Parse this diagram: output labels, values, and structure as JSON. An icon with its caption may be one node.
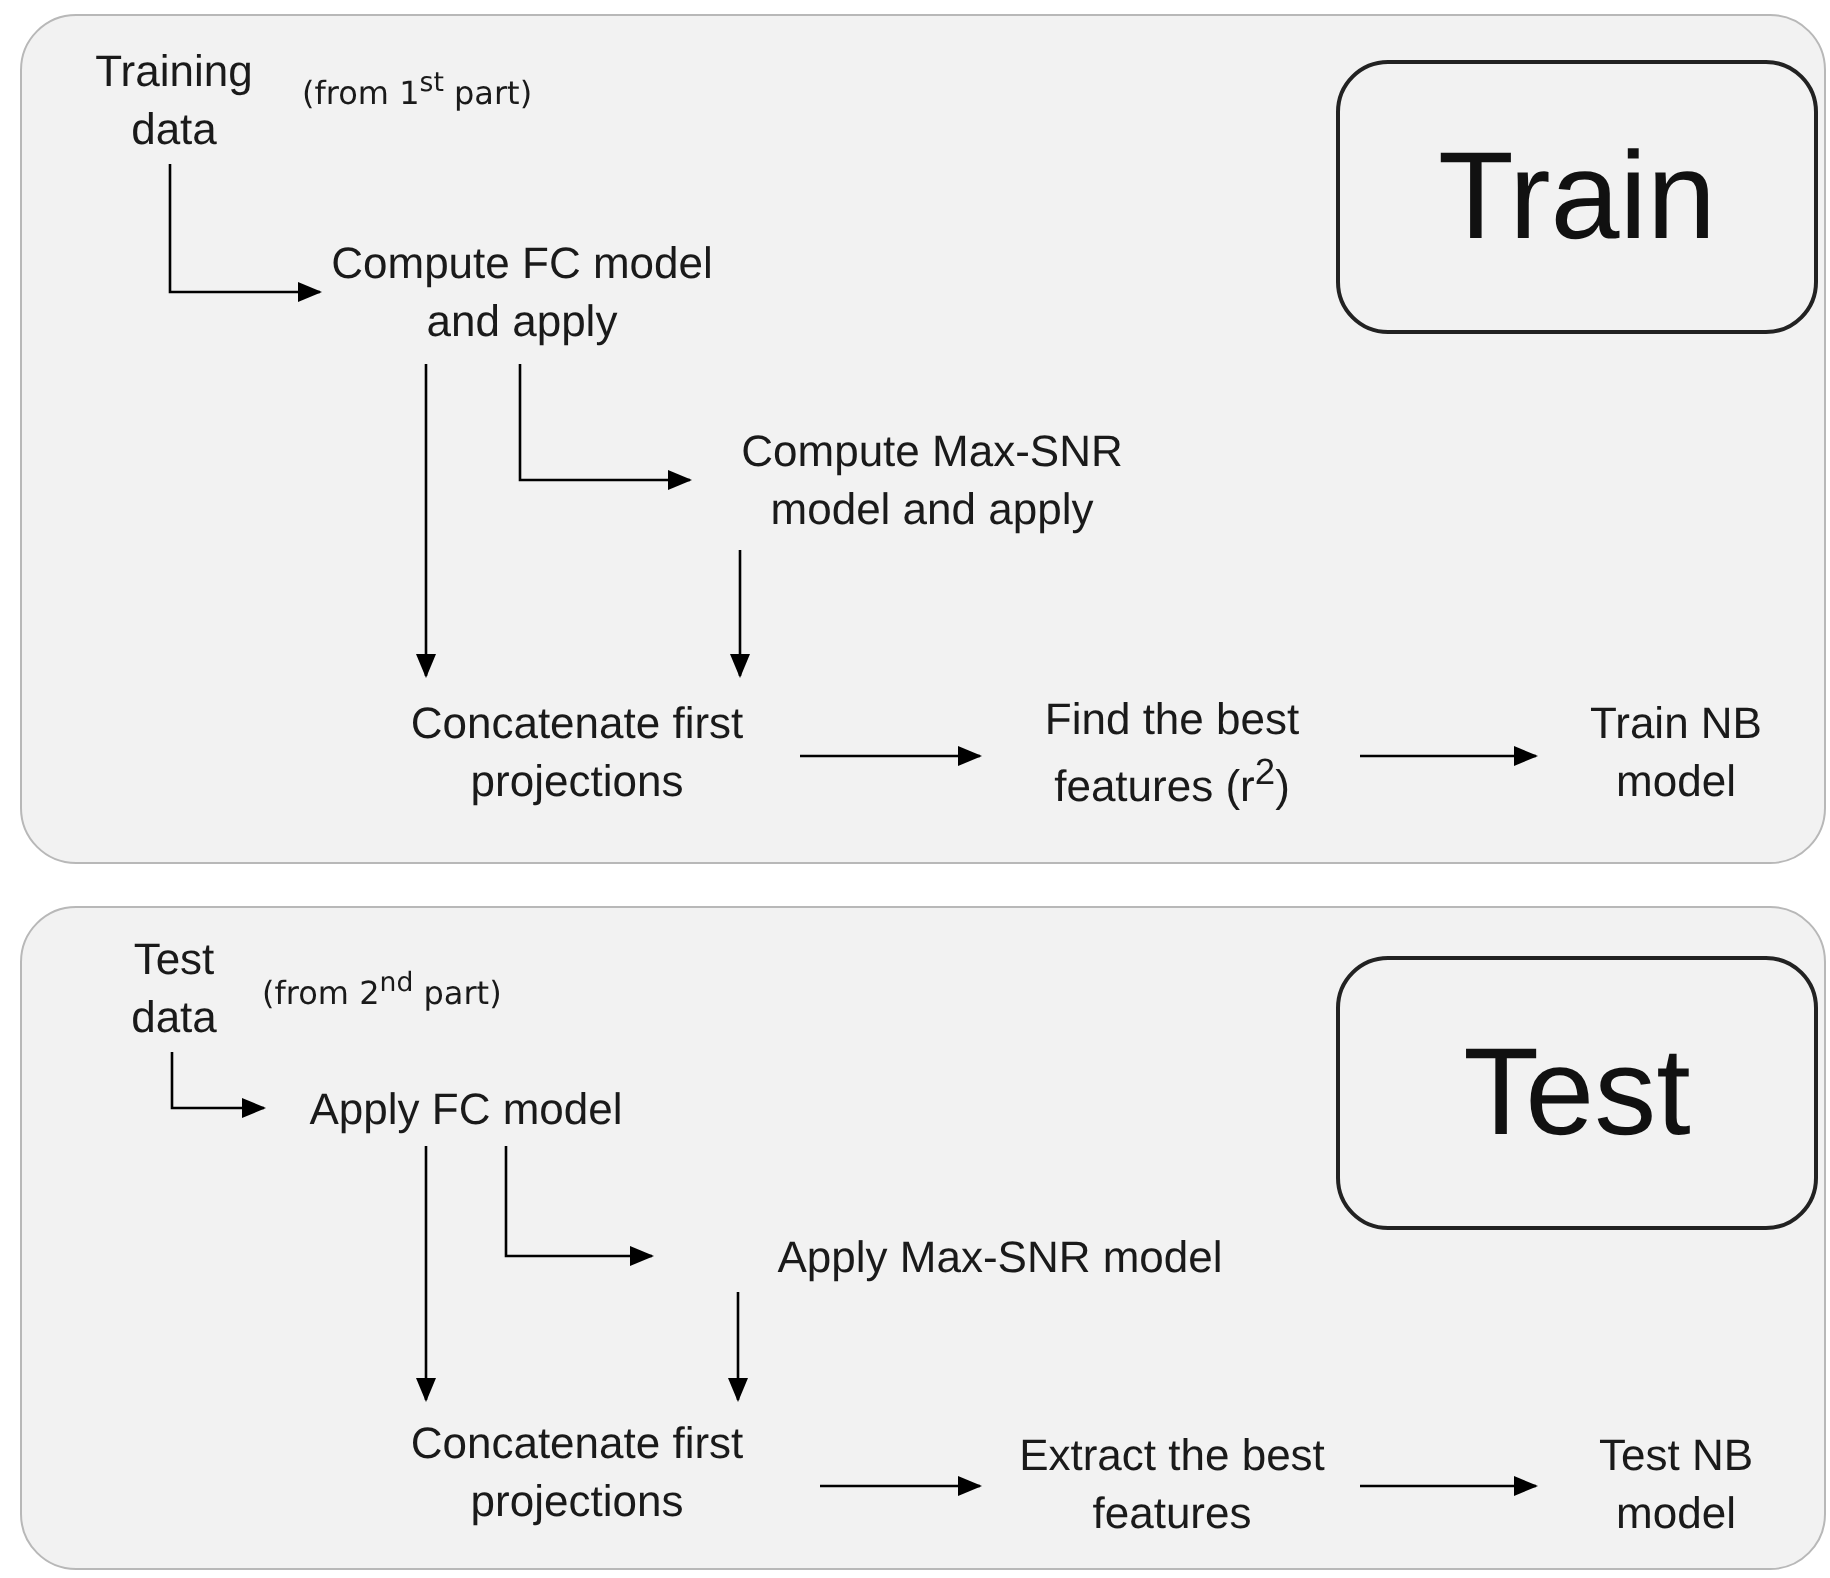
{
  "diagram": {
    "nodes": [
      {
        "text": [],
        "shape": "box"
      },
      {
        "text": [
          "Train"
        ],
        "in": 0
      },
      {
        "text": [
          "Training data"
        ],
        "in": 0,
        "beside": [
          "(from  1$^{st}$ part)"
        ]
      },
      {
        "text": [
          "Compute FC model and apply"
        ],
        "in": 0
      },
      {
        "text": [
          "Compute Max-SNR model and apply"
        ],
        "in": 0
      },
      {
        "text": [
          "Concatenate first projections"
        ],
        "in": 0
      },
      {
        "text": [
          "Find the best features (r$^{2}$)"
        ],
        "in": 0
      },
      {
        "text": [
          "Train NB model"
        ],
        "in": 0
      },
      {
        "text": [],
        "shape": "box"
      },
      {
        "text": [
          "Test"
        ],
        "in": 8
      },
      {
        "text": [
          "Test data"
        ],
        "in": 8,
        "beside": [
          "(from  2$^{nd}$ part)"
        ]
      },
      {
        "text": [
          "Apply FC model"
        ],
        "in": 8
      },
      {
        "text": [
          "Apply Max-SNR model"
        ],
        "in": 8
      },
      {
        "text": [
          "Concatenate first projections"
        ],
        "in": 8
      },
      {
        "text": [
          "Extract the best features"
        ],
        "in": 8
      },
      {
        "text": [
          "Test NB model"
        ],
        "in": 8
      }
    ],
    "edges": [
      {
        "from": 2,
        "to": 3,
        "arrow": "to"
      },
      {
        "from": 3,
        "to": 5,
        "arrow": "to"
      },
      {
        "from": 3,
        "to": 4,
        "arrow": "to"
      },
      {
        "from": 4,
        "to": 5,
        "arrow": "to"
      },
      {
        "from": 5,
        "to": 6,
        "arrow": "to"
      },
      {
        "from": 6,
        "to": 7,
        "arrow": "to"
      },
      {
        "from": 10,
        "to": 11,
        "arrow": "to"
      },
      {
        "from": 11,
        "to": 13,
        "arrow": "to"
      },
      {
        "from": 11,
        "to": 12,
        "arrow": "to"
      },
      {
        "from": 12,
        "to": 13,
        "arrow": "to"
      },
      {
        "from": 13,
        "to": 14,
        "arrow": "to"
      },
      {
        "from": 14,
        "to": 15,
        "arrow": "to"
      }
    ]
  }
}
